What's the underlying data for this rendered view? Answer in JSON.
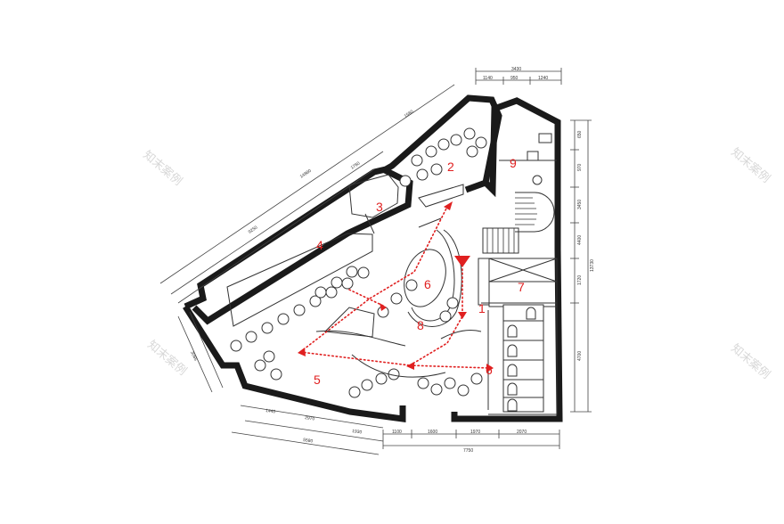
{
  "labels": {
    "zone_1": "1",
    "zone_2": "2",
    "zone_3": "3",
    "zone_4": "4",
    "zone_5": "5",
    "zone_6_bar": "6",
    "zone_6_east": "6",
    "zone_7": "7",
    "zone_8": "8",
    "zone_9": "9"
  },
  "dimensions": {
    "top_total": "3430",
    "top_a": "1140",
    "top_b": "950",
    "top_c": "1240",
    "right_a": "650",
    "right_b": "970",
    "right_c": "3450",
    "right_total": "13730",
    "right_d": "4400",
    "right_e": "1720",
    "right_f": "4700",
    "bottom_a": "1100",
    "bottom_b": "1600",
    "bottom_c": "1970",
    "bottom_d": "2070",
    "bottom_total": "7750",
    "left_a": "5580",
    "left_b": "1440",
    "left_c": "2970",
    "left_d": "1930",
    "diag_a": "1560",
    "diag_b": "1760",
    "diag_c": "9250",
    "diag_d": "14880",
    "diag_e": "3065"
  },
  "watermark": "知末案例",
  "colors": {
    "accent": "#e02020",
    "line": "#1a1a1a",
    "background": "#ffffff"
  }
}
